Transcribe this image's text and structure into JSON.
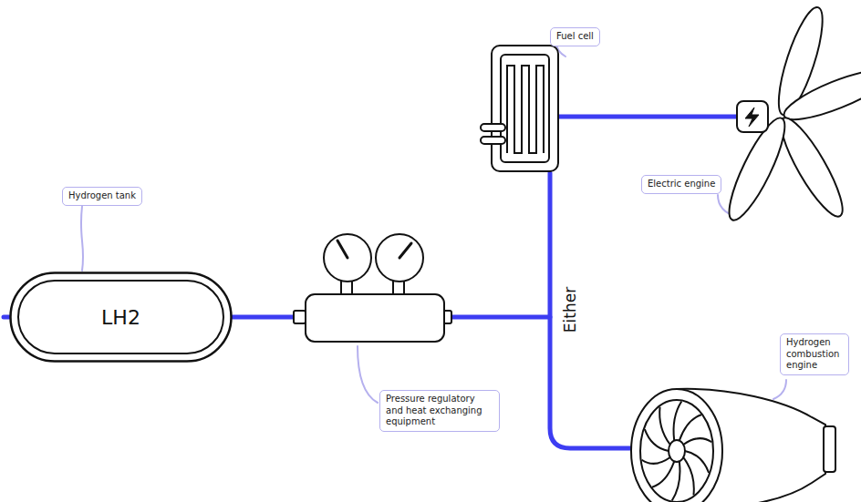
{
  "diagram": {
    "nodes": [
      {
        "text": [
          "Fuel cell"
        ]
      },
      {
        "text": [
          "Electric engine"
        ]
      },
      {
        "text": [
          "Hydrogen tank"
        ]
      },
      {
        "text": [
          "LH2"
        ]
      },
      {
        "text": [
          "Hydrogen combustion engine"
        ]
      },
      {
        "text": [
          "Pressure regulatory and heat exchanging equipment"
        ]
      }
    ],
    "edges": [
      {
        "from": 2,
        "to": 3,
        "arrow": "none"
      }
    ],
    "labels": [
      "Either"
    ]
  }
}
